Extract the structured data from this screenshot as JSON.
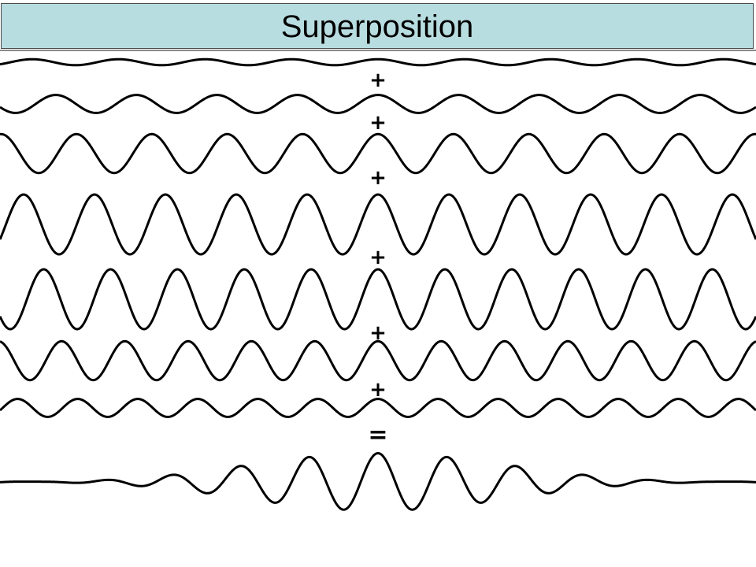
{
  "title": "Superposition",
  "operators": {
    "plus": "+",
    "equals": "="
  },
  "colors": {
    "title_background": "#b8dde0",
    "title_border": "#4a4a4a",
    "wave_stroke": "#000000"
  },
  "diagram": {
    "description_type": "sum-of-sinusoids",
    "component_waves": [
      {
        "relative_amplitude": 0.1,
        "relative_frequency": 0.82
      },
      {
        "relative_amplitude": 0.3,
        "relative_frequency": 0.88
      },
      {
        "relative_amplitude": 0.65,
        "relative_frequency": 0.94
      },
      {
        "relative_amplitude": 1.0,
        "relative_frequency": 1.0
      },
      {
        "relative_amplitude": 1.0,
        "relative_frequency": 1.06
      },
      {
        "relative_amplitude": 0.65,
        "relative_frequency": 1.12
      },
      {
        "relative_amplitude": 0.3,
        "relative_frequency": 1.18
      }
    ],
    "result": "wave-packet"
  }
}
